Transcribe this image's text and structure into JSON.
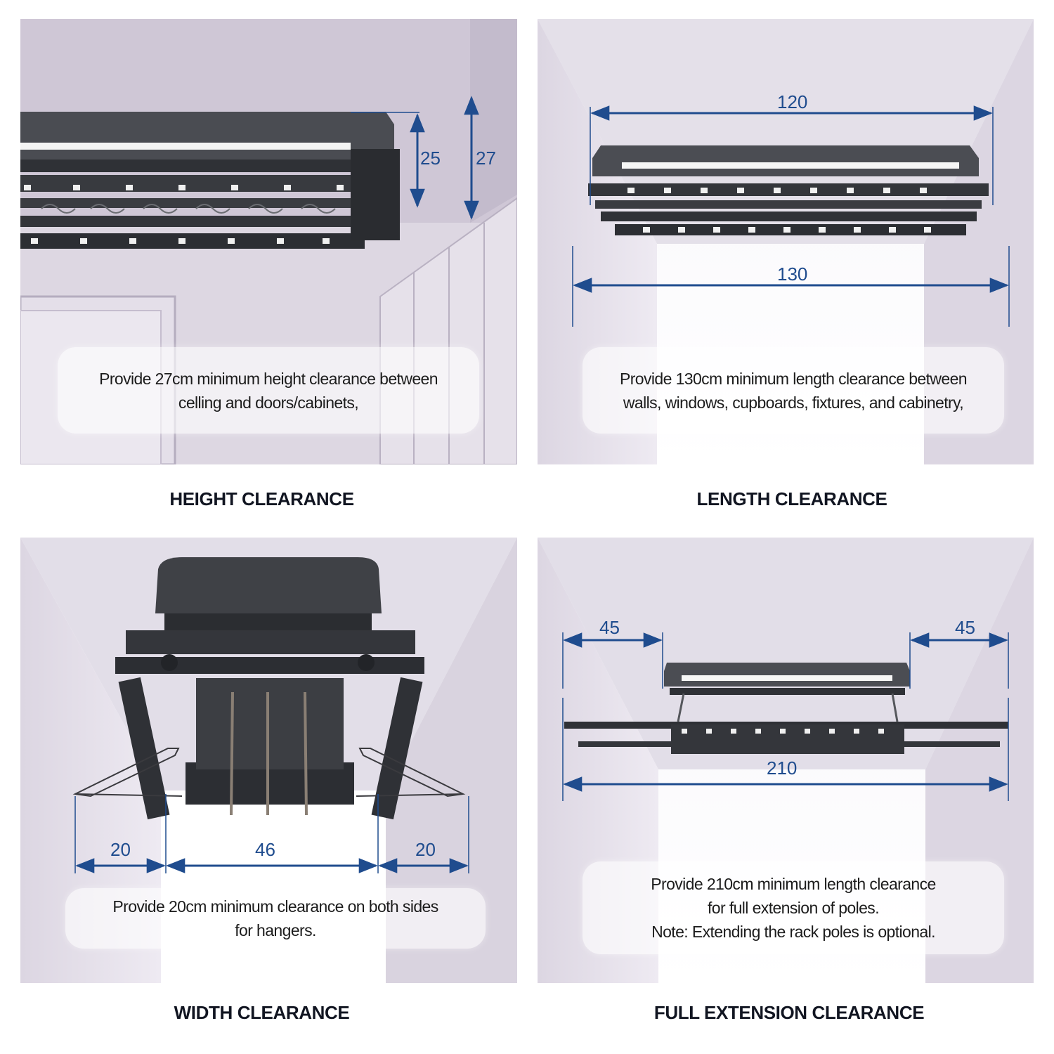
{
  "panels": {
    "height": {
      "title": "HEIGHT CLEARANCE",
      "note_lines": [
        "Provide 27cm minimum height clearance between",
        "celling and doors/cabinets,"
      ],
      "dims": {
        "inner": "25",
        "outer": "27"
      }
    },
    "length": {
      "title": "LENGTH CLEARANCE",
      "note_lines": [
        "Provide 130cm minimum length clearance between",
        "walls, windows, cupboards, fixtures, and cabinetry,"
      ],
      "dims": {
        "top": "120",
        "bottom": "130"
      }
    },
    "width": {
      "title": "WIDTH CLEARANCE",
      "note_lines": [
        "Provide 20cm minimum clearance on both sides",
        "for hangers."
      ],
      "dims": {
        "left": "20",
        "center": "46",
        "right": "20"
      }
    },
    "extension": {
      "title": "FULL EXTENSION CLEARANCE",
      "note_lines": [
        "Provide 210cm minimum length clearance",
        "for full extension of poles.",
        "Note: Extending the rack poles is optional."
      ],
      "dims": {
        "left": "45",
        "right": "45",
        "total": "210"
      }
    }
  },
  "colors": {
    "dimension": "#1f4c8e",
    "title": "#111521",
    "rack": "#3b3d42"
  }
}
